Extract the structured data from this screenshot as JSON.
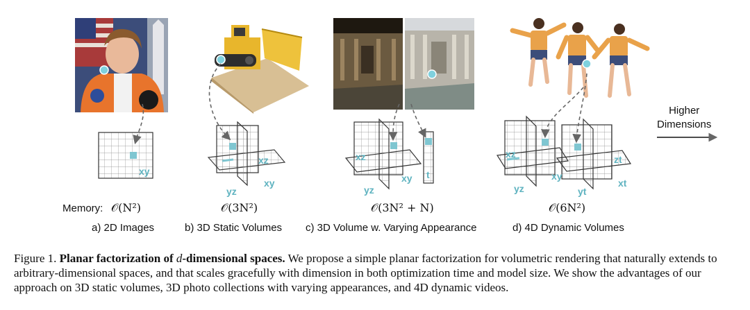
{
  "panels": [
    {
      "label": "a) 2D Images",
      "memory": "𝒪(N²)"
    },
    {
      "label": "b) 3D Static Volumes",
      "memory": "𝒪(3N²)"
    },
    {
      "label": "c) 3D Volume w. Varying Appearance",
      "memory": "𝒪(3N² + N)"
    },
    {
      "label": "d) 4D Dynamic Volumes",
      "memory": "𝒪(6N²)"
    }
  ],
  "memory_label": "Memory:",
  "higher": {
    "line1": "Higher",
    "line2": "Dimensions"
  },
  "axes": {
    "a": [
      "xy"
    ],
    "b": [
      "xz",
      "yz",
      "xy"
    ],
    "c": [
      "xz",
      "yz",
      "xy",
      "t"
    ],
    "d": [
      "xz",
      "yz",
      "xy",
      "zt",
      "yt",
      "xt"
    ]
  },
  "caption": {
    "prefix": "Figure 1. ",
    "bold": "Planar factorization of ",
    "bold_var": "d",
    "bold_tail": "-dimensional spaces.",
    "body": " We propose a simple planar factorization for volumetric rendering that naturally extends to arbitrary-dimensional spaces, and that scales gracefully with dimension in both optimization time and model size. We show the advantages of our approach on 3D static volumes, 3D photo collections with varying appearances, and 4D dynamic videos."
  },
  "colors": {
    "accent": "#5fb3c0",
    "arrow": "#666666",
    "grid": "#888888"
  }
}
